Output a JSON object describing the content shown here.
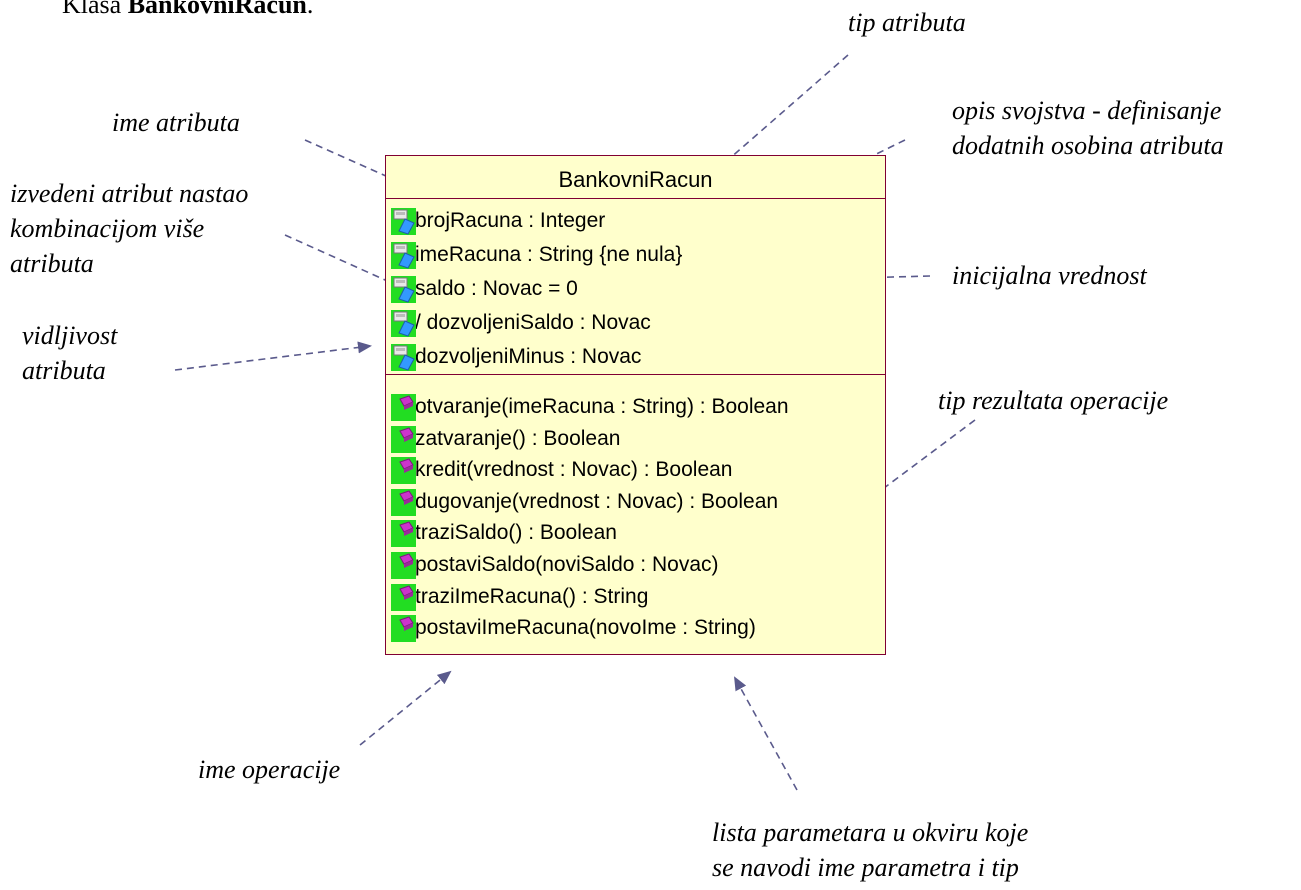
{
  "heading": {
    "prefix": "Klasa ",
    "bold": "BankovniRacun",
    "suffix": "."
  },
  "class_box": {
    "name": "BankovniRacun",
    "attributes": [
      "brojRacuna : Integer",
      "imeRacuna : String {ne nula}",
      "saldo : Novac = 0",
      "/ dozvoljeniSaldo : Novac",
      "dozvoljeniMinus : Novac"
    ],
    "operations": [
      "otvaranje(imeRacuna : String) : Boolean",
      "zatvaranje() : Boolean",
      "kredit(vrednost : Novac) : Boolean",
      "dugovanje(vrednost : Novac) : Boolean",
      "traziSaldo() : Boolean",
      "postaviSaldo(noviSaldo : Novac)",
      "traziImeRacuna() : String",
      "postaviImeRacuna(novoIme : String)"
    ]
  },
  "annotations": {
    "tip_atributa": [
      "tip atributa"
    ],
    "ime_atributa": [
      "ime atributa"
    ],
    "opis_svojstva": [
      "opis svojstva - definisanje",
      "dodatnih osobina atributa"
    ],
    "izvedeni_atribut": [
      "izvedeni atribut nastao",
      "kombinacijom više",
      "atributa"
    ],
    "inicijalna_vrednost": [
      "inicijalna vrednost"
    ],
    "vidljivost": [
      "vidljivost",
      "atributa"
    ],
    "tip_rezultata": [
      "tip rezultata operacije"
    ],
    "ime_operacije": [
      "ime operacije"
    ],
    "lista_parametara": [
      "lista parametara u okviru koje",
      "se navodi ime parametra i tip"
    ]
  },
  "colors": {
    "box_fill": "#ffffcc",
    "box_border": "#800033",
    "arrow": "#5a5a8c",
    "icon_bg": "#22dd22",
    "attr_icon": "#3399ff",
    "op_icon": "#cc33cc"
  }
}
